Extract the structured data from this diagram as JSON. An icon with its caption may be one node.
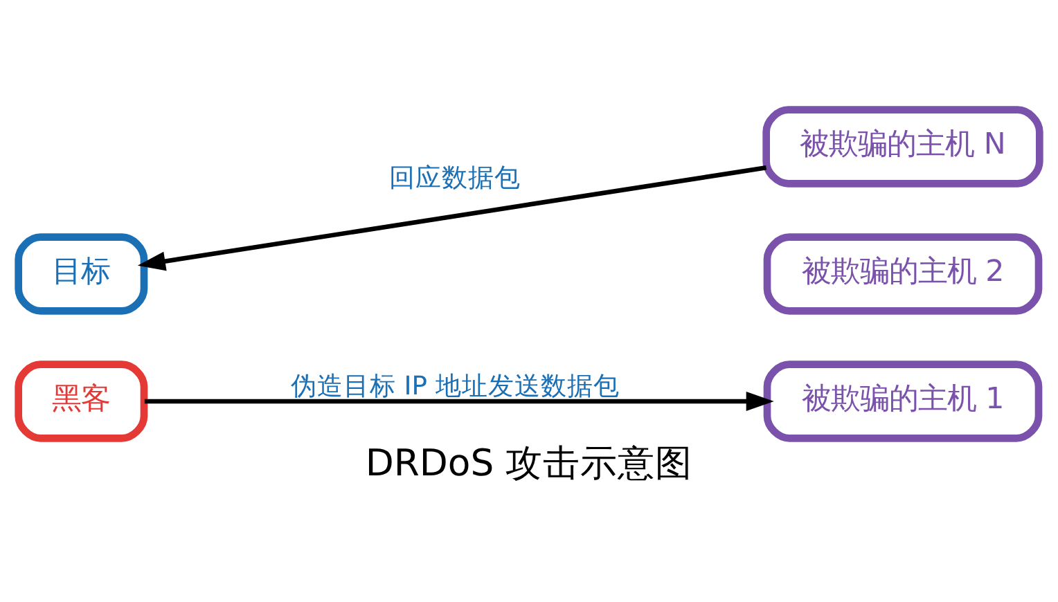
{
  "diagram": {
    "caption": "DRDoS 攻击示意图",
    "nodes": [
      {
        "text": [
          "黑客"
        ]
      },
      {
        "text": [
          "被欺骗的主机 1"
        ]
      },
      {
        "text": [
          "被欺骗的主机 2"
        ]
      },
      {
        "text": [
          "被欺骗的主机 N"
        ]
      },
      {
        "text": [
          "目标"
        ]
      }
    ],
    "edges": [
      {
        "from": 0,
        "to": 1,
        "arrow": "to",
        "label": "伪造目标 IP 地址发送数据包"
      },
      {
        "from": 3,
        "to": 4,
        "arrow": "to",
        "label": "回应数据包"
      }
    ]
  }
}
